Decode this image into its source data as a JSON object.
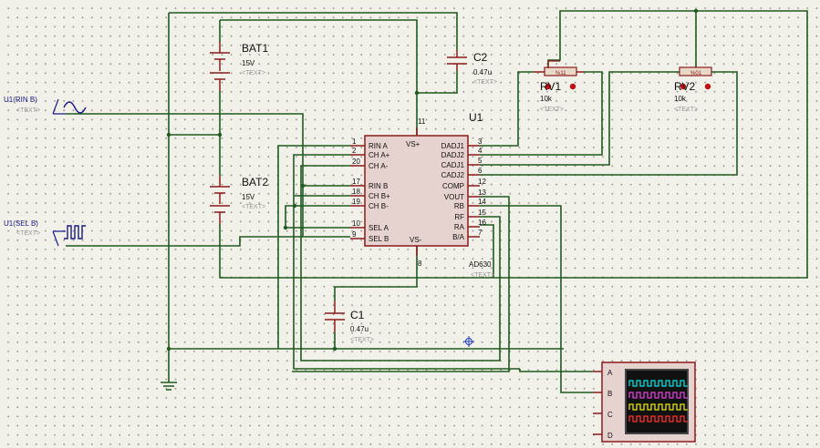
{
  "components": {
    "bat1": {
      "ref": "BAT1",
      "value": "15V",
      "text": "<TEXT>"
    },
    "bat2": {
      "ref": "BAT2",
      "value": "15V",
      "text": "<TEXT>"
    },
    "c1": {
      "ref": "C1",
      "value": "0.47u",
      "text": "<TEXT>"
    },
    "c2": {
      "ref": "C2",
      "value": "0.47u",
      "text": "<TEXT>"
    },
    "rv1": {
      "ref": "RV1",
      "value": "10k",
      "text": "<TEXT>",
      "pot_mark": "%11"
    },
    "rv2": {
      "ref": "RV2",
      "value": "10k",
      "text": "<TEXT>",
      "pot_mark": "%01"
    },
    "u1": {
      "ref": "U1",
      "part": "AD630",
      "text": "<TEXT>",
      "vs_plus_pin": "11",
      "vs_minus_pin": "8"
    },
    "rin_b_source": {
      "ref": "U1(RIN B)",
      "text": "<TEXT>"
    },
    "sel_b_source": {
      "ref": "U1(SEL B)",
      "text": "<TEXT>"
    }
  },
  "ic_pins_left": [
    {
      "num": "1",
      "name": "RIN A"
    },
    {
      "num": "2",
      "name": "CH A+"
    },
    {
      "num": "20",
      "name": "CH A-"
    },
    {
      "num": "17",
      "name": "RIN B"
    },
    {
      "num": "18",
      "name": "CH B+"
    },
    {
      "num": "19",
      "name": "CH B-"
    },
    {
      "num": "10",
      "name": "SEL A"
    },
    {
      "num": "9",
      "name": "SEL B"
    }
  ],
  "ic_pins_right": [
    {
      "num": "3",
      "name": "DADJ1"
    },
    {
      "num": "4",
      "name": "DADJ2"
    },
    {
      "num": "5",
      "name": "CADJ1"
    },
    {
      "num": "6",
      "name": "CADJ2"
    },
    {
      "num": "12",
      "name": "COMP"
    },
    {
      "num": "13",
      "name": "VOUT"
    },
    {
      "num": "14",
      "name": "RB"
    },
    {
      "num": "15",
      "name": "RF"
    },
    {
      "num": "16",
      "name": "RA"
    },
    {
      "num": "7",
      "name": "B/A"
    }
  ],
  "ic_internal": {
    "vs_plus": "VS+",
    "vs_minus": "VS-"
  },
  "oscilloscope": {
    "channels": [
      "A",
      "B",
      "C",
      "D"
    ],
    "trace_colors": [
      "#00e5e5",
      "#e040e0",
      "#e8e800",
      "#ff3030"
    ]
  },
  "colors": {
    "wire": "#1f5a1f",
    "component": "#8b1a1a",
    "label": "#111111",
    "placeholder": "#999999",
    "source_label": "#1a1a8a"
  }
}
